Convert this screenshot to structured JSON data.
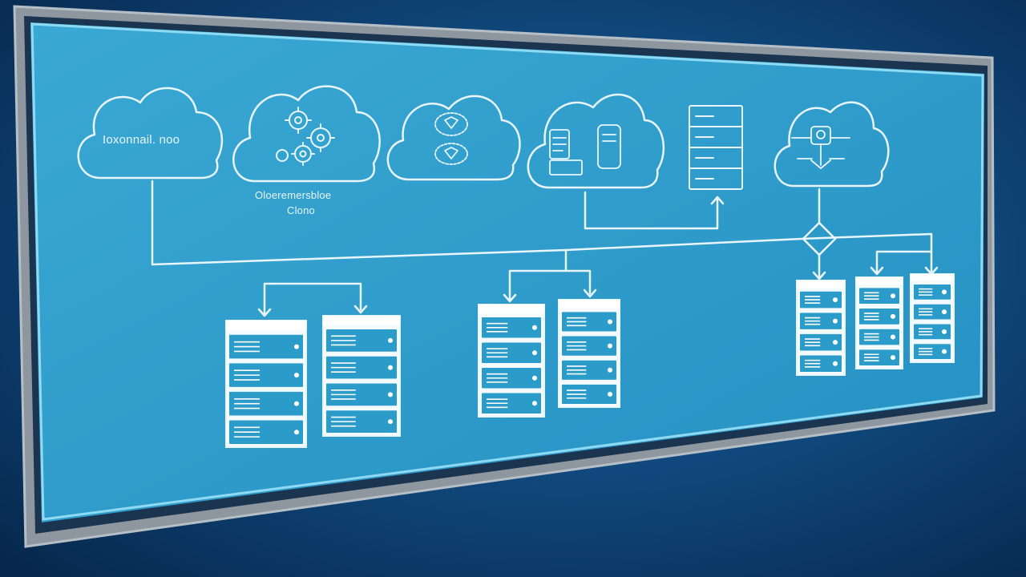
{
  "diagram": {
    "cloud_labels": [
      {
        "id": "cloud-1",
        "text": "Ioxonnail. noo"
      },
      {
        "id": "cloud-2-caption-line1",
        "text": "Oloeremersbloe"
      },
      {
        "id": "cloud-2-caption-line2",
        "text": "Clono"
      }
    ],
    "small_label": "",
    "colors": {
      "screen": "#2b9cca",
      "screen_edge": "#5fc6ea",
      "bezel": "#9aa3ad",
      "line": "#e8f6fc",
      "background": "#114a80"
    },
    "icons": [
      "cloud-icon",
      "gears-icon",
      "network-cloud-icon",
      "devices-cloud-icon",
      "server-rack-icon",
      "drone-cloud-icon",
      "decision-diamond-icon",
      "server-icon"
    ]
  }
}
